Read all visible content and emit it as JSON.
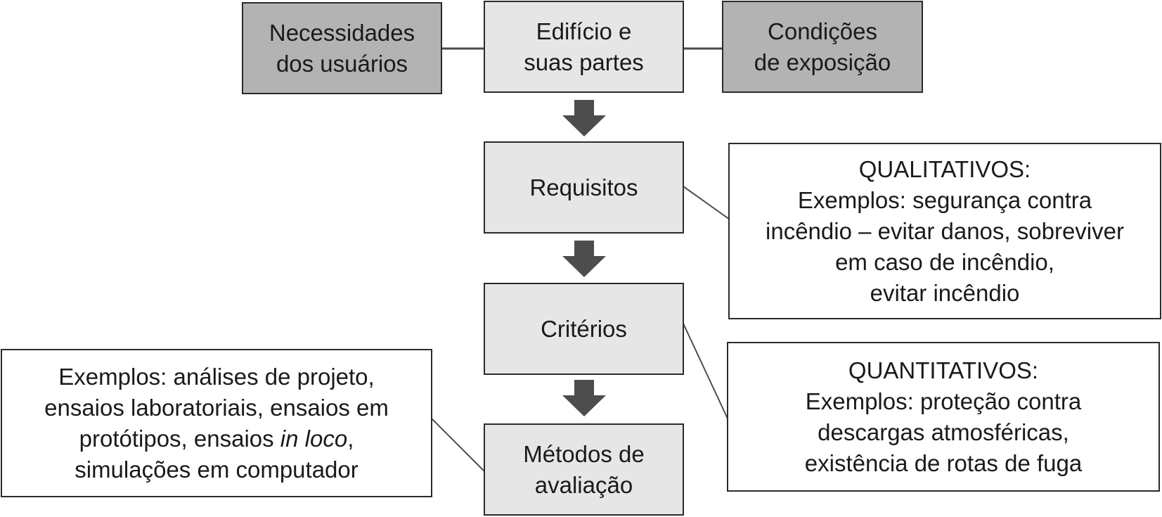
{
  "top_row": {
    "users_needs": [
      "Necessidades",
      "dos usuários"
    ],
    "building": [
      "Edifício e",
      "suas partes"
    ],
    "exposure": [
      "Condições",
      "de exposição"
    ]
  },
  "chain": {
    "requirements": "Requisitos",
    "criteria": "Critérios",
    "methods": [
      "Métodos de",
      "avaliação"
    ]
  },
  "qualitative": {
    "title": "QUALITATIVOS:",
    "lines": [
      "Exemplos: segurança contra",
      "incêndio – evitar danos, sobreviver",
      "em caso de incêndio,",
      "evitar incêndio"
    ]
  },
  "quantitative": {
    "title": "QUANTITATIVOS:",
    "lines": [
      "Exemplos: proteção contra",
      "descargas atmosféricas,",
      "existência de rotas de fuga"
    ]
  },
  "methods_examples": {
    "line1": "Exemplos: análises de projeto,",
    "line2": "ensaios laboratoriais, ensaios em",
    "line3_a": "protótipos, ensaios ",
    "line3_italic": "in loco",
    "line3_b": ",",
    "line4": "simulações em computador"
  },
  "colors": {
    "dark_box": "#b3b3b3",
    "light_box": "#e6e6e6",
    "arrow": "#4d4d4d",
    "border": "#2b2b2b"
  }
}
